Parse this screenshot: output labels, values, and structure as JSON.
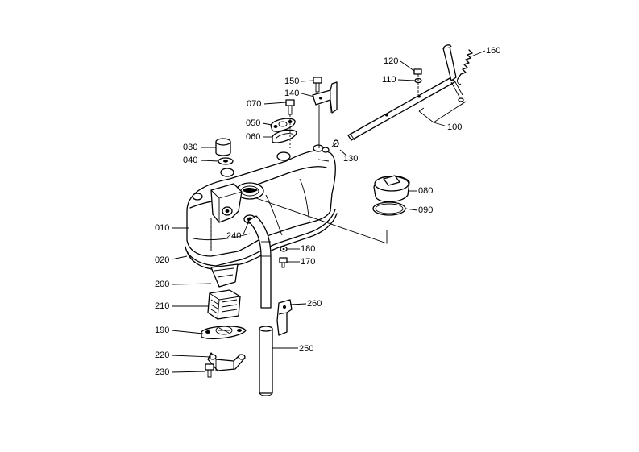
{
  "callouts": {
    "c010": "010",
    "c020": "020",
    "c030": "030",
    "c040": "040",
    "c050": "050",
    "c060": "060",
    "c070": "070",
    "c080": "080",
    "c090": "090",
    "c100": "100",
    "c110": "110",
    "c120": "120",
    "c130": "130",
    "c140": "140",
    "c150": "150",
    "c160": "160",
    "c170": "170",
    "c180": "180",
    "c190": "190",
    "c200": "200",
    "c210": "210",
    "c220": "220",
    "c230": "230",
    "c240": "240",
    "c250": "250",
    "c260": "260"
  }
}
